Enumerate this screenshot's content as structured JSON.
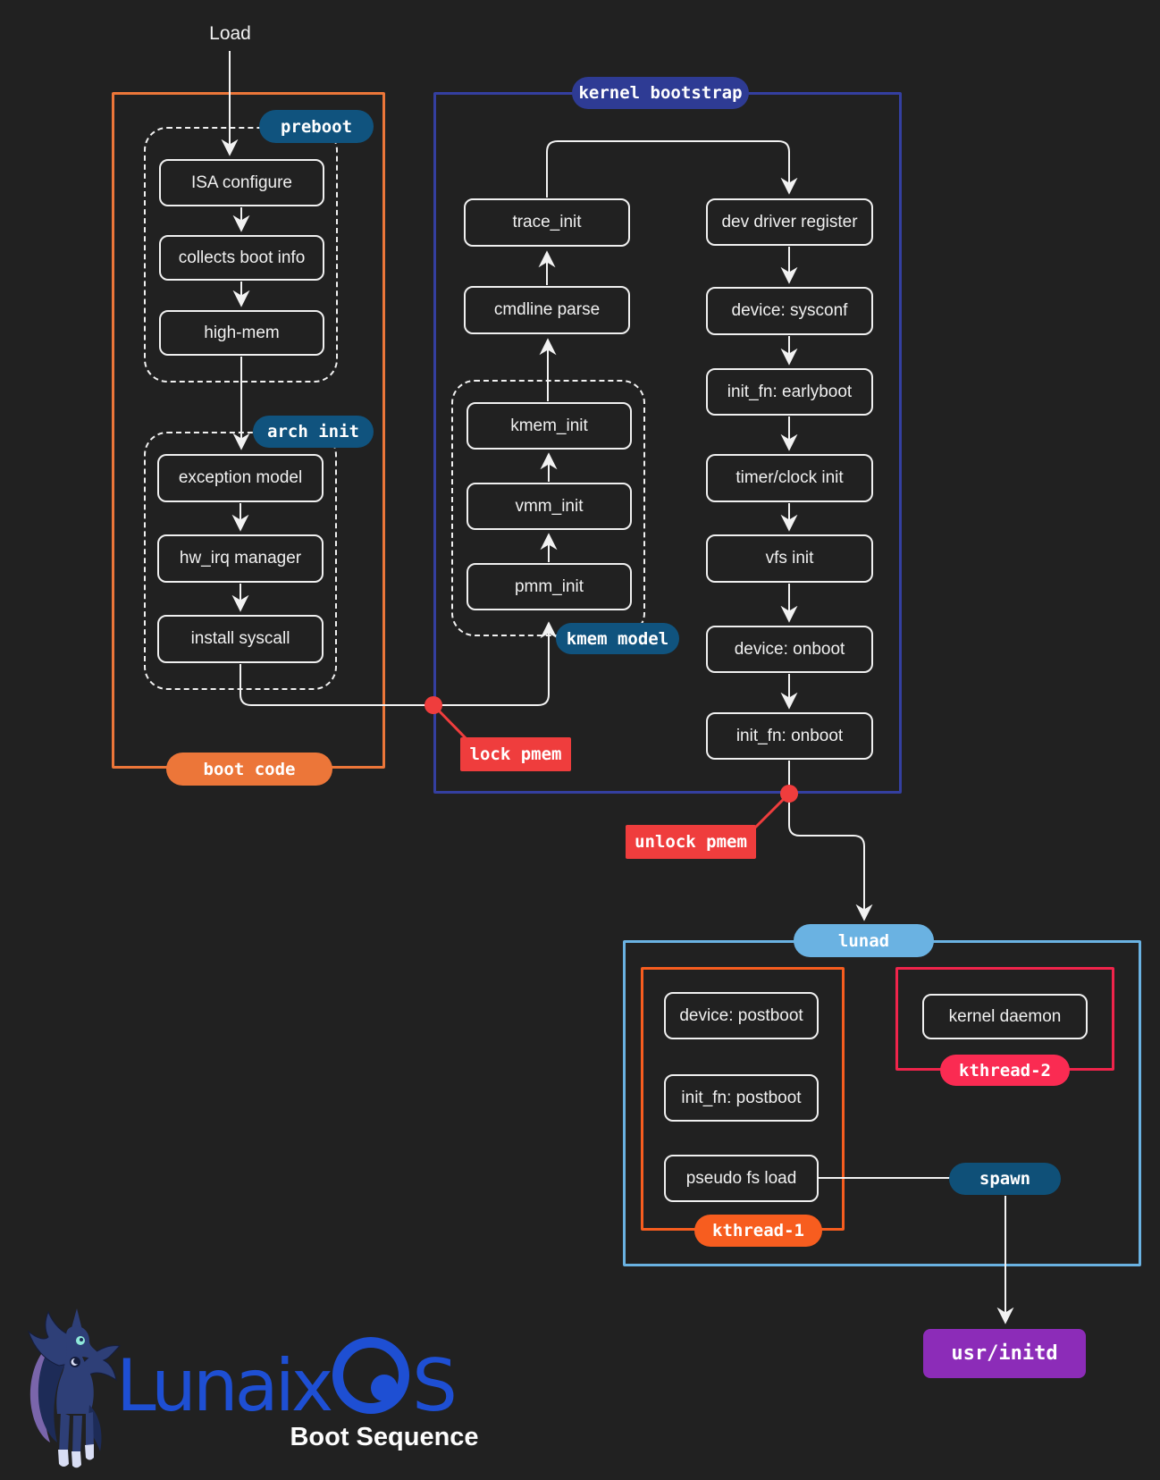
{
  "page": {
    "load_label": "Load"
  },
  "boot_code": {
    "label": "boot code"
  },
  "preboot": {
    "label": "preboot",
    "nodes": {
      "isa": "ISA configure",
      "collect": "collects boot info",
      "highmem": "high-mem"
    }
  },
  "arch_init": {
    "label": "arch init",
    "nodes": {
      "exception": "exception model",
      "hwirq": "hw_irq manager",
      "syscall": "install syscall"
    }
  },
  "kernel_bootstrap": {
    "label": "kernel bootstrap",
    "nodes": {
      "trace": "trace_init",
      "cmdline": "cmdline parse",
      "devreg": "dev driver register",
      "sysconf": "device: sysconf",
      "earlyboot": "init_fn: earlyboot",
      "timer": "timer/clock init",
      "vfs": "vfs init",
      "dev_onboot": "device: onboot",
      "fn_onboot": "init_fn: onboot"
    }
  },
  "kmem_model": {
    "label": "kmem model",
    "nodes": {
      "kmem": "kmem_init",
      "vmm": "vmm_init",
      "pmm": "pmm_init"
    }
  },
  "annotations": {
    "lock_pmem": "lock pmem",
    "unlock_pmem": "unlock pmem",
    "spawn": "spawn"
  },
  "lunad": {
    "label": "lunad"
  },
  "kthread1": {
    "label": "kthread-1",
    "nodes": {
      "dev_postboot": "device: postboot",
      "fn_postboot": "init_fn: postboot",
      "pseudofs": "pseudo fs load"
    }
  },
  "kthread2": {
    "label": "kthread-2",
    "nodes": {
      "kdaemon": "kernel daemon"
    }
  },
  "initd": {
    "label": "usr/initd"
  },
  "footer": {
    "brand_prefix": "Lunaix",
    "brand_suffix": "S",
    "caption": "Boot Sequence"
  },
  "colors": {
    "background": "#212121",
    "node_stroke": "#f0f0f0",
    "boot_code_orange": "#ec7639",
    "kthread1_orange": "#f75d1f",
    "bootstrap_navy_border": "#343fa0",
    "bootstrap_navy_pill": "#2e3b94",
    "stage_pill_teal": "#10537e",
    "spawn_teal": "#0f5078",
    "alert_red": "#ef3d3d",
    "kthread2_pink": "#fa2b52",
    "lunad_blue": "#6ab2e2",
    "initd_purple": "#8c2cb8",
    "brand_blue": "#1e4fd3"
  }
}
